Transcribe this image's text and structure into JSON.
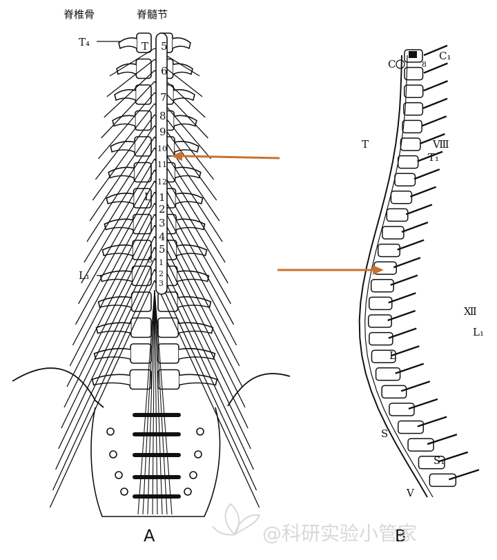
{
  "panel_a": {
    "header_vertebra": "脊椎骨",
    "header_segment": "脊髓节",
    "label_t4": "T₄",
    "label_l1": "L₁",
    "vertebra_letters": [
      "T",
      "L",
      "S"
    ],
    "segment_numbers": [
      "5",
      "6",
      "7",
      "8",
      "9",
      "10",
      "11",
      "12",
      "1",
      "2",
      "3",
      "4",
      "5",
      "1",
      "2",
      "3"
    ],
    "caption": "A"
  },
  "panel_b": {
    "labels": {
      "c": "C",
      "c1": "C₁",
      "c8": "8",
      "t": "T",
      "t1": "T₁",
      "viii": "Ⅷ",
      "xii": "Ⅻ",
      "l": "L",
      "l1": "L₁",
      "s": "S",
      "s1": "S₁",
      "v": "V"
    },
    "caption": "B"
  },
  "watermark": "@科研实验小管家",
  "colors": {
    "arrow": "#c8722e",
    "ink": "#111111",
    "watermark": "#d8d8d8"
  }
}
